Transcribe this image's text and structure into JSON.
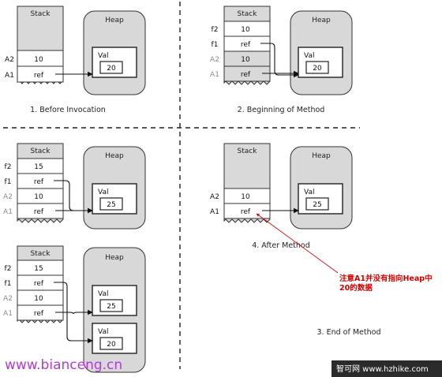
{
  "stack_title": "Stack",
  "heap_title": "Heap",
  "val_label": "Val",
  "ref_text": "ref",
  "panels": [
    {
      "caption": "1. Before Invocation",
      "rows": [
        {
          "label": "A2",
          "value": "10"
        },
        {
          "label": "A1",
          "value": "ref"
        }
      ],
      "heap_value": "20"
    },
    {
      "caption": "2. Beginning of Method",
      "rows": [
        {
          "label": "f2",
          "value": "10"
        },
        {
          "label": "f1",
          "value": "ref"
        },
        {
          "label": "A2",
          "value": "10"
        },
        {
          "label": "A1",
          "value": "ref"
        }
      ],
      "heap_value": "20"
    },
    {
      "caption": "",
      "rows": [
        {
          "label": "f2",
          "value": "15"
        },
        {
          "label": "f1",
          "value": "ref"
        },
        {
          "label": "A2",
          "value": "10"
        },
        {
          "label": "A1",
          "value": "ref"
        }
      ],
      "heap_value": "25"
    },
    {
      "caption": "4. After Method",
      "rows": [
        {
          "label": "A2",
          "value": "10"
        },
        {
          "label": "A1",
          "value": "ref"
        }
      ],
      "heap_value": "25"
    },
    {
      "caption": "",
      "rows": [
        {
          "label": "f2",
          "value": "15"
        },
        {
          "label": "f1",
          "value": "ref"
        },
        {
          "label": "A2",
          "value": "10"
        },
        {
          "label": "A1",
          "value": "ref"
        }
      ],
      "heap_values": [
        "25",
        "20"
      ]
    }
  ],
  "end_caption": "3. End of Method",
  "note": {
    "line1": "注意A1并没有指向Heap中",
    "line2": "20的数据"
  },
  "watermark_left": "www.bianceng.cn",
  "watermark_right": "智可网 www.hzhike.com",
  "colors": {
    "stack_fill": "#d9d9d9",
    "heap_fill": "#d8d8d8",
    "note": "#d40000",
    "watermark_left": "#b23bd6",
    "watermark_right_bg": "#2b2b2b"
  }
}
